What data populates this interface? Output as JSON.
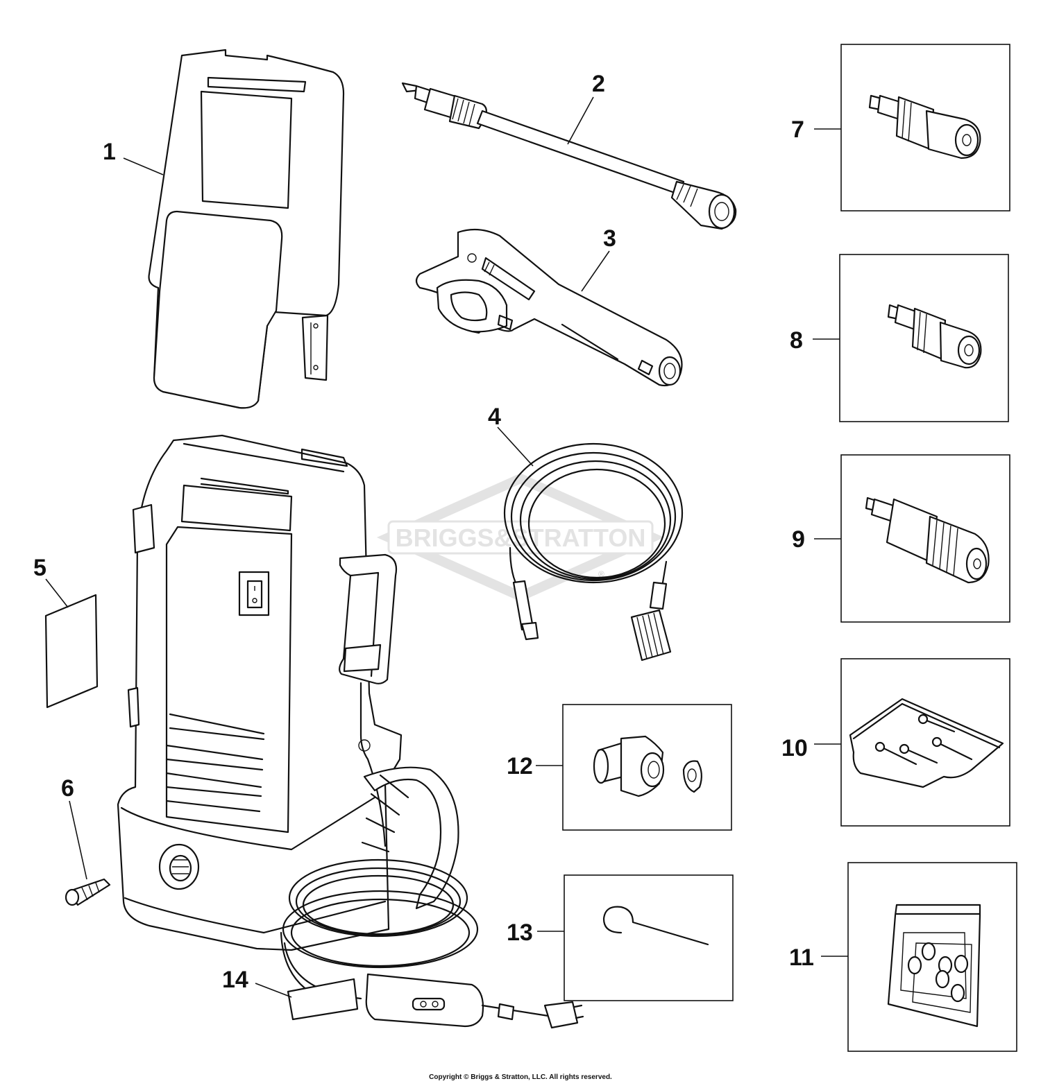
{
  "watermark": {
    "text": "BRIGGS&STRATTON",
    "registered_mark": "®"
  },
  "copyright": "Copyright © Briggs & Stratton, LLC. All rights reserved.",
  "callouts": [
    {
      "id": "1",
      "label": "1"
    },
    {
      "id": "2",
      "label": "2"
    },
    {
      "id": "3",
      "label": "3"
    },
    {
      "id": "4",
      "label": "4"
    },
    {
      "id": "5",
      "label": "5"
    },
    {
      "id": "6",
      "label": "6"
    },
    {
      "id": "7",
      "label": "7"
    },
    {
      "id": "8",
      "label": "8"
    },
    {
      "id": "9",
      "label": "9"
    },
    {
      "id": "10",
      "label": "10"
    },
    {
      "id": "11",
      "label": "11"
    },
    {
      "id": "12",
      "label": "12"
    },
    {
      "id": "13",
      "label": "13"
    },
    {
      "id": "14",
      "label": "14"
    }
  ],
  "colors": {
    "line": "#111111",
    "background": "#ffffff",
    "watermark": "#e6e6e6"
  }
}
